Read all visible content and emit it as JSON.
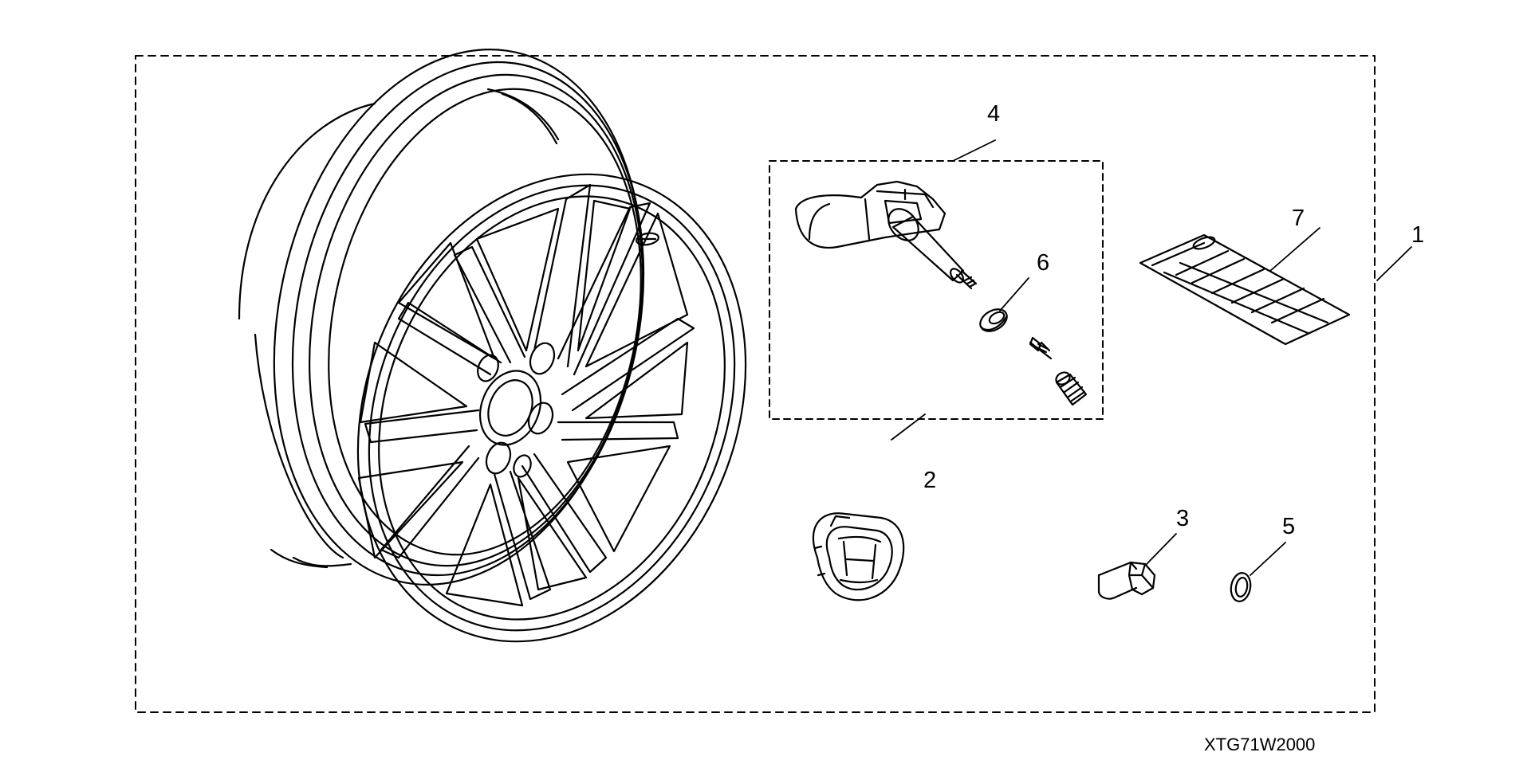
{
  "diagram": {
    "callouts": [
      "1",
      "2",
      "3",
      "4",
      "5",
      "6",
      "7"
    ],
    "parts": [
      "alloy-wheel",
      "center-cap",
      "lug-nut",
      "tpms-sensor",
      "o-ring",
      "grommet",
      "tire-label"
    ],
    "diagram_code": "XTG71W2000"
  },
  "colors": {
    "line": "#000000",
    "background": "#ffffff"
  }
}
